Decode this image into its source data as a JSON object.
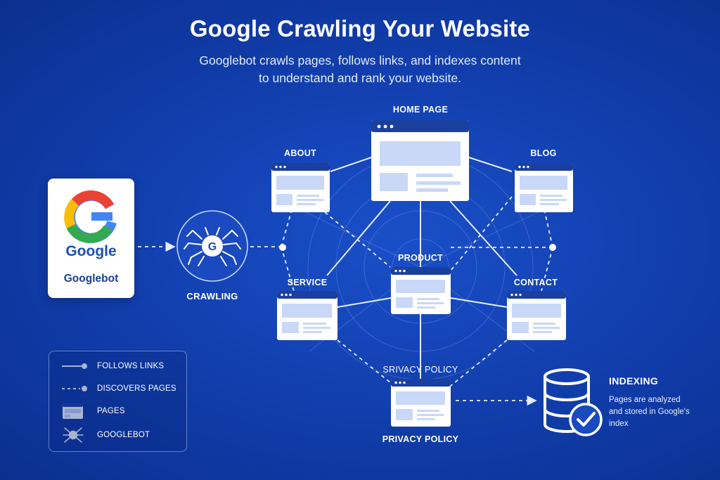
{
  "header": {
    "title": "Google Crawling Your Website",
    "subtitle_line1": "Googlebot crawls pages, follows links, and indexes content",
    "subtitle_line2": "to understand and rank your website."
  },
  "google_card": {
    "logo_letter": "G",
    "brand": "Google",
    "bot": "Googlebot"
  },
  "crawler": {
    "badge_letter": "G",
    "label": "CRAWLING"
  },
  "pages": {
    "home": "HOME PAGE",
    "about": "ABOUT",
    "blog": "BLOG",
    "product": "PRODUCT",
    "service": "SERVICE",
    "contact": "CONTACT",
    "privacy_top": "SRIVACY POLICY",
    "privacy_bottom": "PRIVACY POLICY"
  },
  "legend": {
    "follows_links": "FOLLOWS LINKS",
    "discovers_pages": "DISCOVERS PAGES",
    "pages": "PAGES",
    "googlebot": "GOOGLEBOT"
  },
  "indexing": {
    "title": "INDEXING",
    "desc_line1": "Pages are analyzed",
    "desc_line2": "and stored in Google's",
    "desc_line3": "index"
  },
  "colors": {
    "background": "#1240b0",
    "line": "#e6edff",
    "page_fill": "#ffffff",
    "page_block": "#c9d8f7",
    "google_blue": "#4285f4",
    "google_red": "#ea4335",
    "google_yellow": "#fbbc05",
    "google_green": "#34a853"
  }
}
